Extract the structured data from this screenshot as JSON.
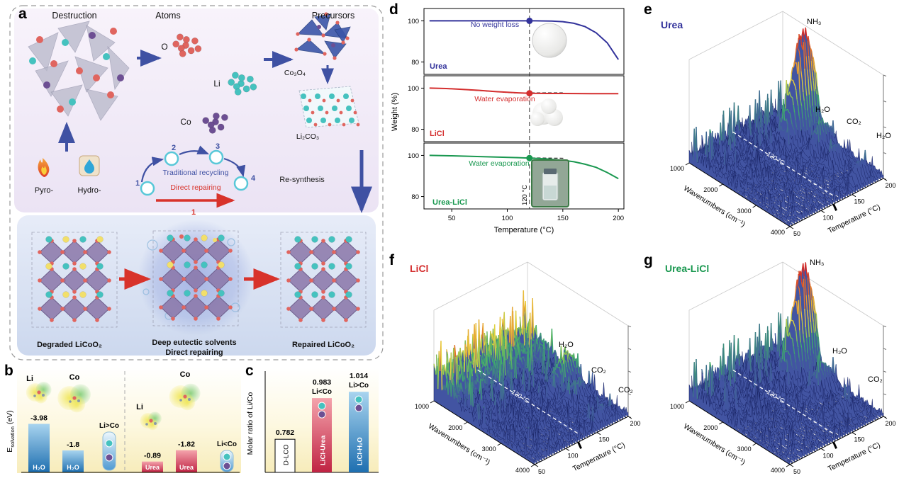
{
  "panel_a": {
    "label": "a",
    "destruction": "Destruction",
    "atoms_title": "Atoms",
    "precursors": "Precursors",
    "atom_o": "O",
    "atom_li": "Li",
    "atom_co": "Co",
    "co3o4": "Co₃O₄",
    "li2co3": "Li₂CO₃",
    "pyro": "Pyro-",
    "hydro": "Hydro-",
    "traditional": "Traditional recycling",
    "direct": "Direct repairing",
    "steps": [
      "1",
      "2",
      "3",
      "4"
    ],
    "direct_step": "1",
    "resynthesis": "Re-synthesis",
    "degraded": "Degraded LiCoO₂",
    "des": "Deep eutectic solvents",
    "direct_bottom": "Direct repairing",
    "repaired": "Repaired LiCoO₂",
    "colors": {
      "blue": "#3f51a3",
      "red": "#d8332b",
      "teal": "#45c2bf",
      "purple": "#6d4f93",
      "o_red": "#e0655f",
      "yellow": "#f2df6a"
    }
  },
  "panel_b": {
    "label": "b",
    "ylabel": {
      "sym": "E",
      "sub": "solvation",
      "unit": " (eV)"
    },
    "chart": {
      "type": "bar",
      "unit": "eV",
      "bars": [
        {
          "ion": "Li",
          "solvent": "H₂O",
          "value": -3.98
        },
        {
          "ion": "Co",
          "solvent": "H₂O",
          "value": -1.8
        },
        {
          "ion": "Li",
          "solvent": "Urea",
          "value": -0.89
        },
        {
          "ion": "Co",
          "solvent": "Urea",
          "value": -1.82
        }
      ],
      "verdicts": [
        {
          "group": "H₂O",
          "text": "Li>Co"
        },
        {
          "group": "Urea",
          "text": "Li<Co"
        }
      ]
    }
  },
  "panel_c": {
    "label": "c",
    "ylabel": "Molar ratio of Li/Co",
    "chart": {
      "type": "bar",
      "categories": [
        "D-LCO",
        "LiCl-Urea",
        "LiCl-H₂O"
      ],
      "values": [
        0.782,
        0.983,
        1.014
      ],
      "annotations": [
        "",
        "Li<Co",
        "Li>Co"
      ],
      "ymin": 0.62
    }
  },
  "panel_d": {
    "label": "d",
    "xlabel": "Temperature (°C)",
    "ylabel": "Weight (%)",
    "xticks": [
      50,
      100,
      150,
      200
    ],
    "yticks": [
      100,
      80
    ],
    "marker_x": 120,
    "marker_label": "120 °C",
    "chart": {
      "type": "line",
      "xlim": [
        25,
        205
      ],
      "ylim": [
        74,
        106
      ],
      "subplots": [
        {
          "name": "Urea",
          "color": "#32329b",
          "annotation": "No weight loss",
          "x": [
            30,
            60,
            90,
            110,
            125,
            140,
            150,
            160,
            170,
            180,
            190,
            200
          ],
          "y": [
            100,
            100,
            100,
            100,
            100,
            99.9,
            99.6,
            98.8,
            97.2,
            94.2,
            89.3,
            81.2
          ],
          "dot": [
            120,
            100
          ]
        },
        {
          "name": "LiCl",
          "color": "#d42e2e",
          "annotation": "Water evaporation",
          "x": [
            30,
            45,
            60,
            75,
            90,
            100,
            110,
            120,
            135,
            150,
            175,
            200
          ],
          "y": [
            100,
            99.8,
            99.4,
            98.9,
            98.3,
            98,
            97.7,
            97.5,
            97.4,
            97.4,
            97.3,
            97.3
          ],
          "dot": [
            120,
            97.5
          ],
          "dashed": [
            [
              50,
              99.7
            ],
            [
              105,
              97.7
            ],
            [
              150,
              97.7
            ]
          ]
        },
        {
          "name": "Urea-LiCl",
          "color": "#1a9850",
          "annotation": "Water evaporation",
          "x": [
            30,
            50,
            70,
            90,
            110,
            120,
            135,
            150,
            160,
            170,
            180,
            190,
            200
          ],
          "y": [
            100,
            99.8,
            99.5,
            99.2,
            98.9,
            98.7,
            98.3,
            97.6,
            96.9,
            95.7,
            94.2,
            91.7,
            88.7
          ],
          "dot": [
            120,
            98.7
          ],
          "dashed": [
            [
              40,
              99.9
            ],
            [
              120,
              98.8
            ],
            [
              152,
              98.6
            ]
          ]
        }
      ]
    }
  },
  "panel_e": {
    "label": "e",
    "title": "Urea",
    "title_color": "#32329b",
    "xlabel": "Wavenumbers (cm⁻¹)",
    "ylabel": "Temperature (°C)",
    "wticks": [
      1000,
      2000,
      3000,
      4000
    ],
    "tticks": [
      50,
      100,
      150,
      200
    ],
    "marker_t": 120,
    "marker_label": "120 °C",
    "surface": {
      "type": "ftir-3d",
      "base": 2.5,
      "noise": 7,
      "left_boost": 1.6,
      "ridge": {
        "amp": 13,
        "width": 0.3
      },
      "color_thresh": 24,
      "hmax": 148,
      "peaks": [
        {
          "name": "NH₃",
          "wn": 0.3,
          "tn": 0.9,
          "h": 142,
          "sw": 0.07,
          "st": 0.16,
          "lx": 232,
          "ly": 34
        },
        {
          "name": "H₂O",
          "wn": 0.5,
          "tn": 0.88,
          "h": 38,
          "sw": 0.05,
          "st": 0.13,
          "lx": 244,
          "ly": 158
        },
        {
          "name": "CO₂",
          "wn": 0.68,
          "tn": 0.84,
          "h": 26,
          "sw": 0.045,
          "st": 0.12,
          "lx": 288,
          "ly": 175
        },
        {
          "name": "H₂O",
          "wn": 0.92,
          "tn": 0.84,
          "h": 24,
          "sw": 0.05,
          "st": 0.12,
          "lx": 330,
          "ly": 195
        }
      ]
    }
  },
  "panel_f": {
    "label": "f",
    "title": "LiCl",
    "title_color": "#d42e2e",
    "xlabel": "Wavenumbers (cm⁻¹)",
    "ylabel": "Temperature (°C)",
    "wticks": [
      1000,
      2000,
      3000,
      4000
    ],
    "tticks": [
      50,
      100,
      150,
      200
    ],
    "marker_t": 120,
    "marker_label": "120 °C",
    "surface": {
      "type": "ftir-3d",
      "base": 3,
      "noise": 9,
      "left_boost": 1.4,
      "ridge": {
        "amp": 48,
        "width": 0.26
      },
      "color_thresh": 20,
      "hmax": 92,
      "peaks": [
        {
          "name": "H₂O",
          "wn": 0.48,
          "tn": 0.9,
          "h": 40,
          "sw": 0.06,
          "st": 0.16,
          "lx": 242,
          "ly": 136
        },
        {
          "name": "CO₂",
          "wn": 0.64,
          "tn": 0.84,
          "h": 22,
          "sw": 0.05,
          "st": 0.12,
          "lx": 288,
          "ly": 172
        },
        {
          "name": "CO₂",
          "wn": 0.93,
          "tn": 0.78,
          "h": 16,
          "sw": 0.05,
          "st": 0.12,
          "lx": 326,
          "ly": 200
        }
      ]
    }
  },
  "panel_g": {
    "label": "g",
    "title": "Urea-LiCl",
    "title_color": "#1a9850",
    "xlabel": "Wavenumbers (cm⁻¹)",
    "ylabel": "Temperature (°C)",
    "wticks": [
      1000,
      2000,
      3000,
      4000
    ],
    "tticks": [
      50,
      100,
      150,
      200
    ],
    "marker_t": 120,
    "marker_label": "120 °C",
    "surface": {
      "type": "ftir-3d",
      "base": 2.5,
      "noise": 8,
      "left_boost": 1.5,
      "ridge": {
        "amp": 18,
        "width": 0.28
      },
      "color_thresh": 24,
      "hmax": 150,
      "peaks": [
        {
          "name": "NH₃",
          "wn": 0.3,
          "tn": 0.9,
          "h": 145,
          "sw": 0.065,
          "st": 0.15,
          "lx": 236,
          "ly": 20
        },
        {
          "name": "H₂O",
          "wn": 0.52,
          "tn": 0.86,
          "h": 36,
          "sw": 0.05,
          "st": 0.13,
          "lx": 268,
          "ly": 145
        },
        {
          "name": "CO₂",
          "wn": 0.8,
          "tn": 0.78,
          "h": 18,
          "sw": 0.05,
          "st": 0.12,
          "lx": 318,
          "ly": 185
        }
      ]
    }
  }
}
